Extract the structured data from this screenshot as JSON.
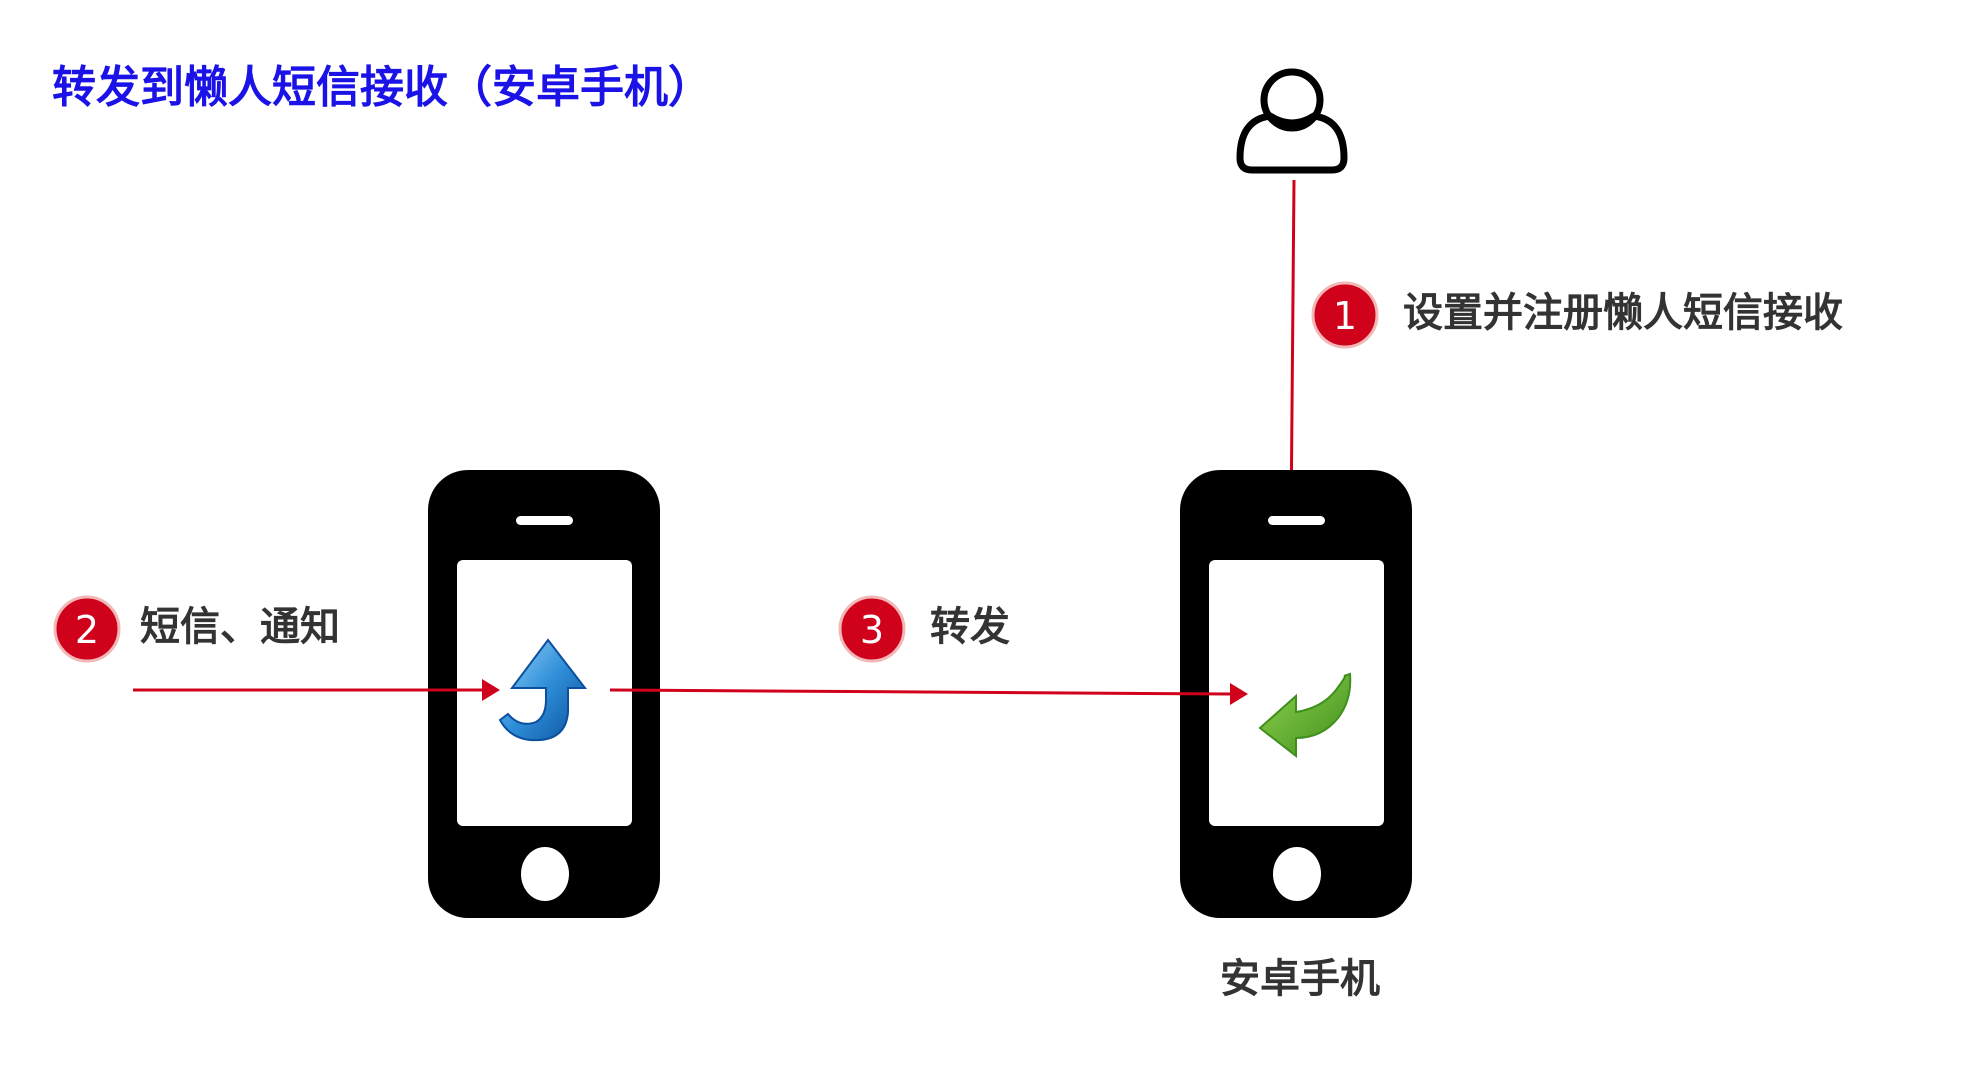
{
  "title": "转发到懒人短信接收（安卓手机）",
  "colors": {
    "title": "#1a12e6",
    "arrow": "#d0021b",
    "badge": "#d0021b",
    "label": "#333333",
    "phone": "#000000",
    "forward_icon": "#2f8fd8",
    "receive_icon": "#5bb02c"
  },
  "nodes": {
    "user": {
      "icon": "user-icon"
    },
    "source_phone": {
      "icon": "phone-icon",
      "screen_icon": "forward-arrow-icon"
    },
    "target_phone": {
      "icon": "phone-icon",
      "screen_icon": "receive-arrow-icon",
      "label": "安卓手机"
    }
  },
  "steps": [
    {
      "number": "1",
      "label": "设置并注册懒人短信接收"
    },
    {
      "number": "2",
      "label": "短信、通知"
    },
    {
      "number": "3",
      "label": "转发"
    }
  ]
}
